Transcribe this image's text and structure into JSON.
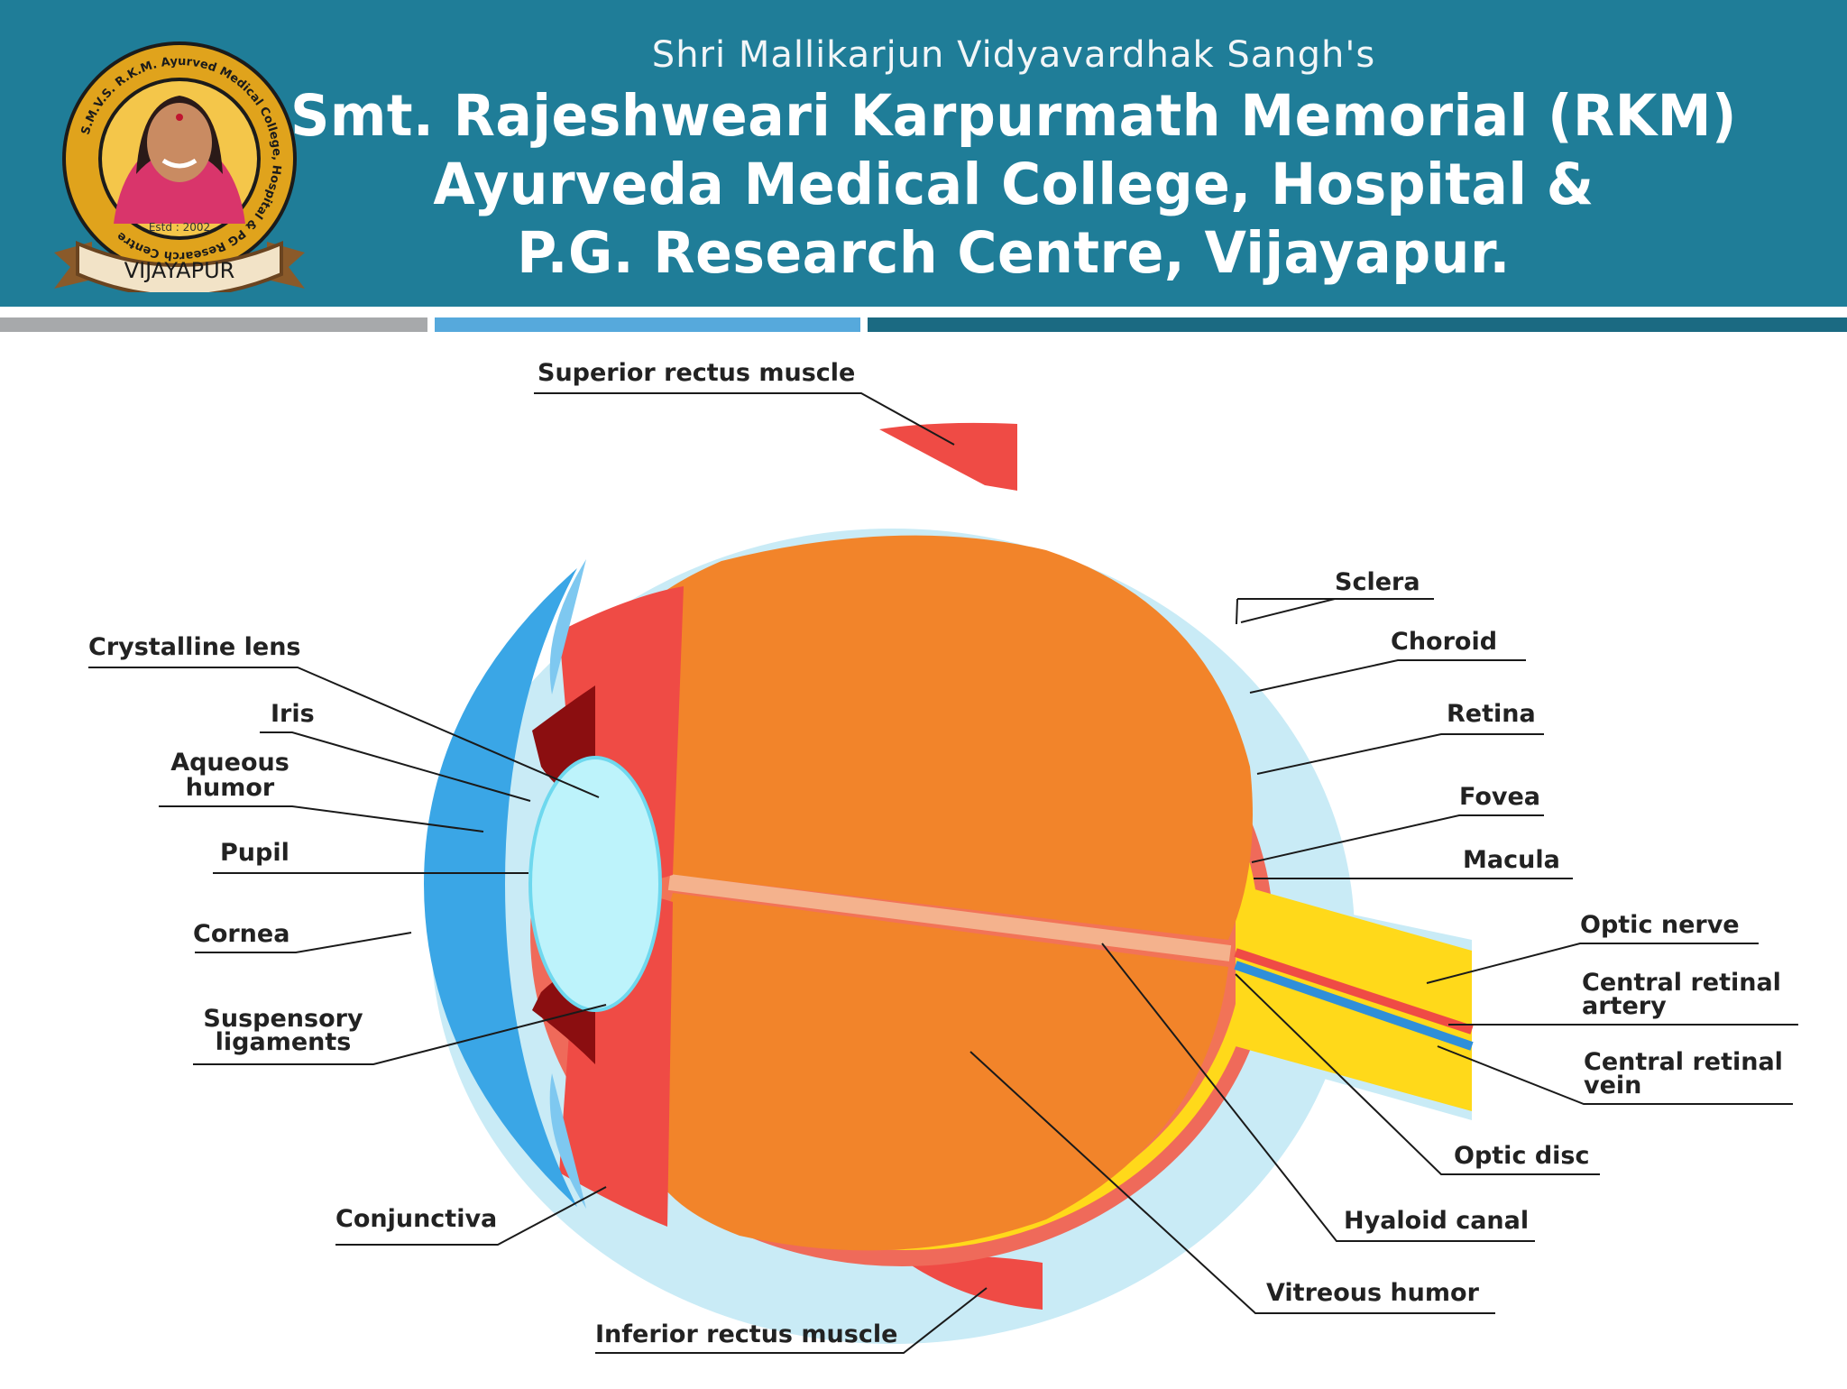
{
  "header": {
    "subtitle": "Shri Mallikarjun Vidyavardhak Sangh's",
    "title_line1": "Smt. Rajeshweari Karpurmath Memorial (RKM)",
    "title_line2": "Ayurveda Medical College, Hospital &",
    "title_line3": "P.G. Research Centre, Vijayapur.",
    "logo": {
      "ring_text": "S.M.V.S. R.K.M. Ayurved Medical College, Hospital & PG Research Centre",
      "est": "Estd : 2002",
      "ribbon": "VIJAYAPUR"
    }
  },
  "colors": {
    "banner": "#1f7d98",
    "sclera": "#c9ebf6",
    "choroid": "#ef6a5a",
    "retina": "#ffd91a",
    "vitreous": "#f2842a",
    "lens": "#bdf3fb",
    "cornea": "#3aa6e6",
    "muscle": "#ef4b45"
  },
  "labels": {
    "superior_rectus": "Superior rectus muscle",
    "sclera": "Sclera",
    "choroid": "Choroid",
    "retina": "Retina",
    "fovea": "Fovea",
    "macula": "Macula",
    "optic_nerve": "Optic nerve",
    "central_artery_1": "Central retinal",
    "central_artery_2": "artery",
    "central_vein_1": "Central retinal",
    "central_vein_2": "vein",
    "optic_disc": "Optic disc",
    "hyaloid": "Hyaloid canal",
    "vitreous": "Vitreous humor",
    "inferior_rectus": "Inferior rectus muscle",
    "conjunctiva": "Conjunctiva",
    "suspensory_1": "Suspensory",
    "suspensory_2": "ligaments",
    "cornea": "Cornea",
    "pupil": "Pupil",
    "aqueous_1": "Aqueous",
    "aqueous_2": "humor",
    "iris": "Iris",
    "lens": "Crystalline lens"
  }
}
